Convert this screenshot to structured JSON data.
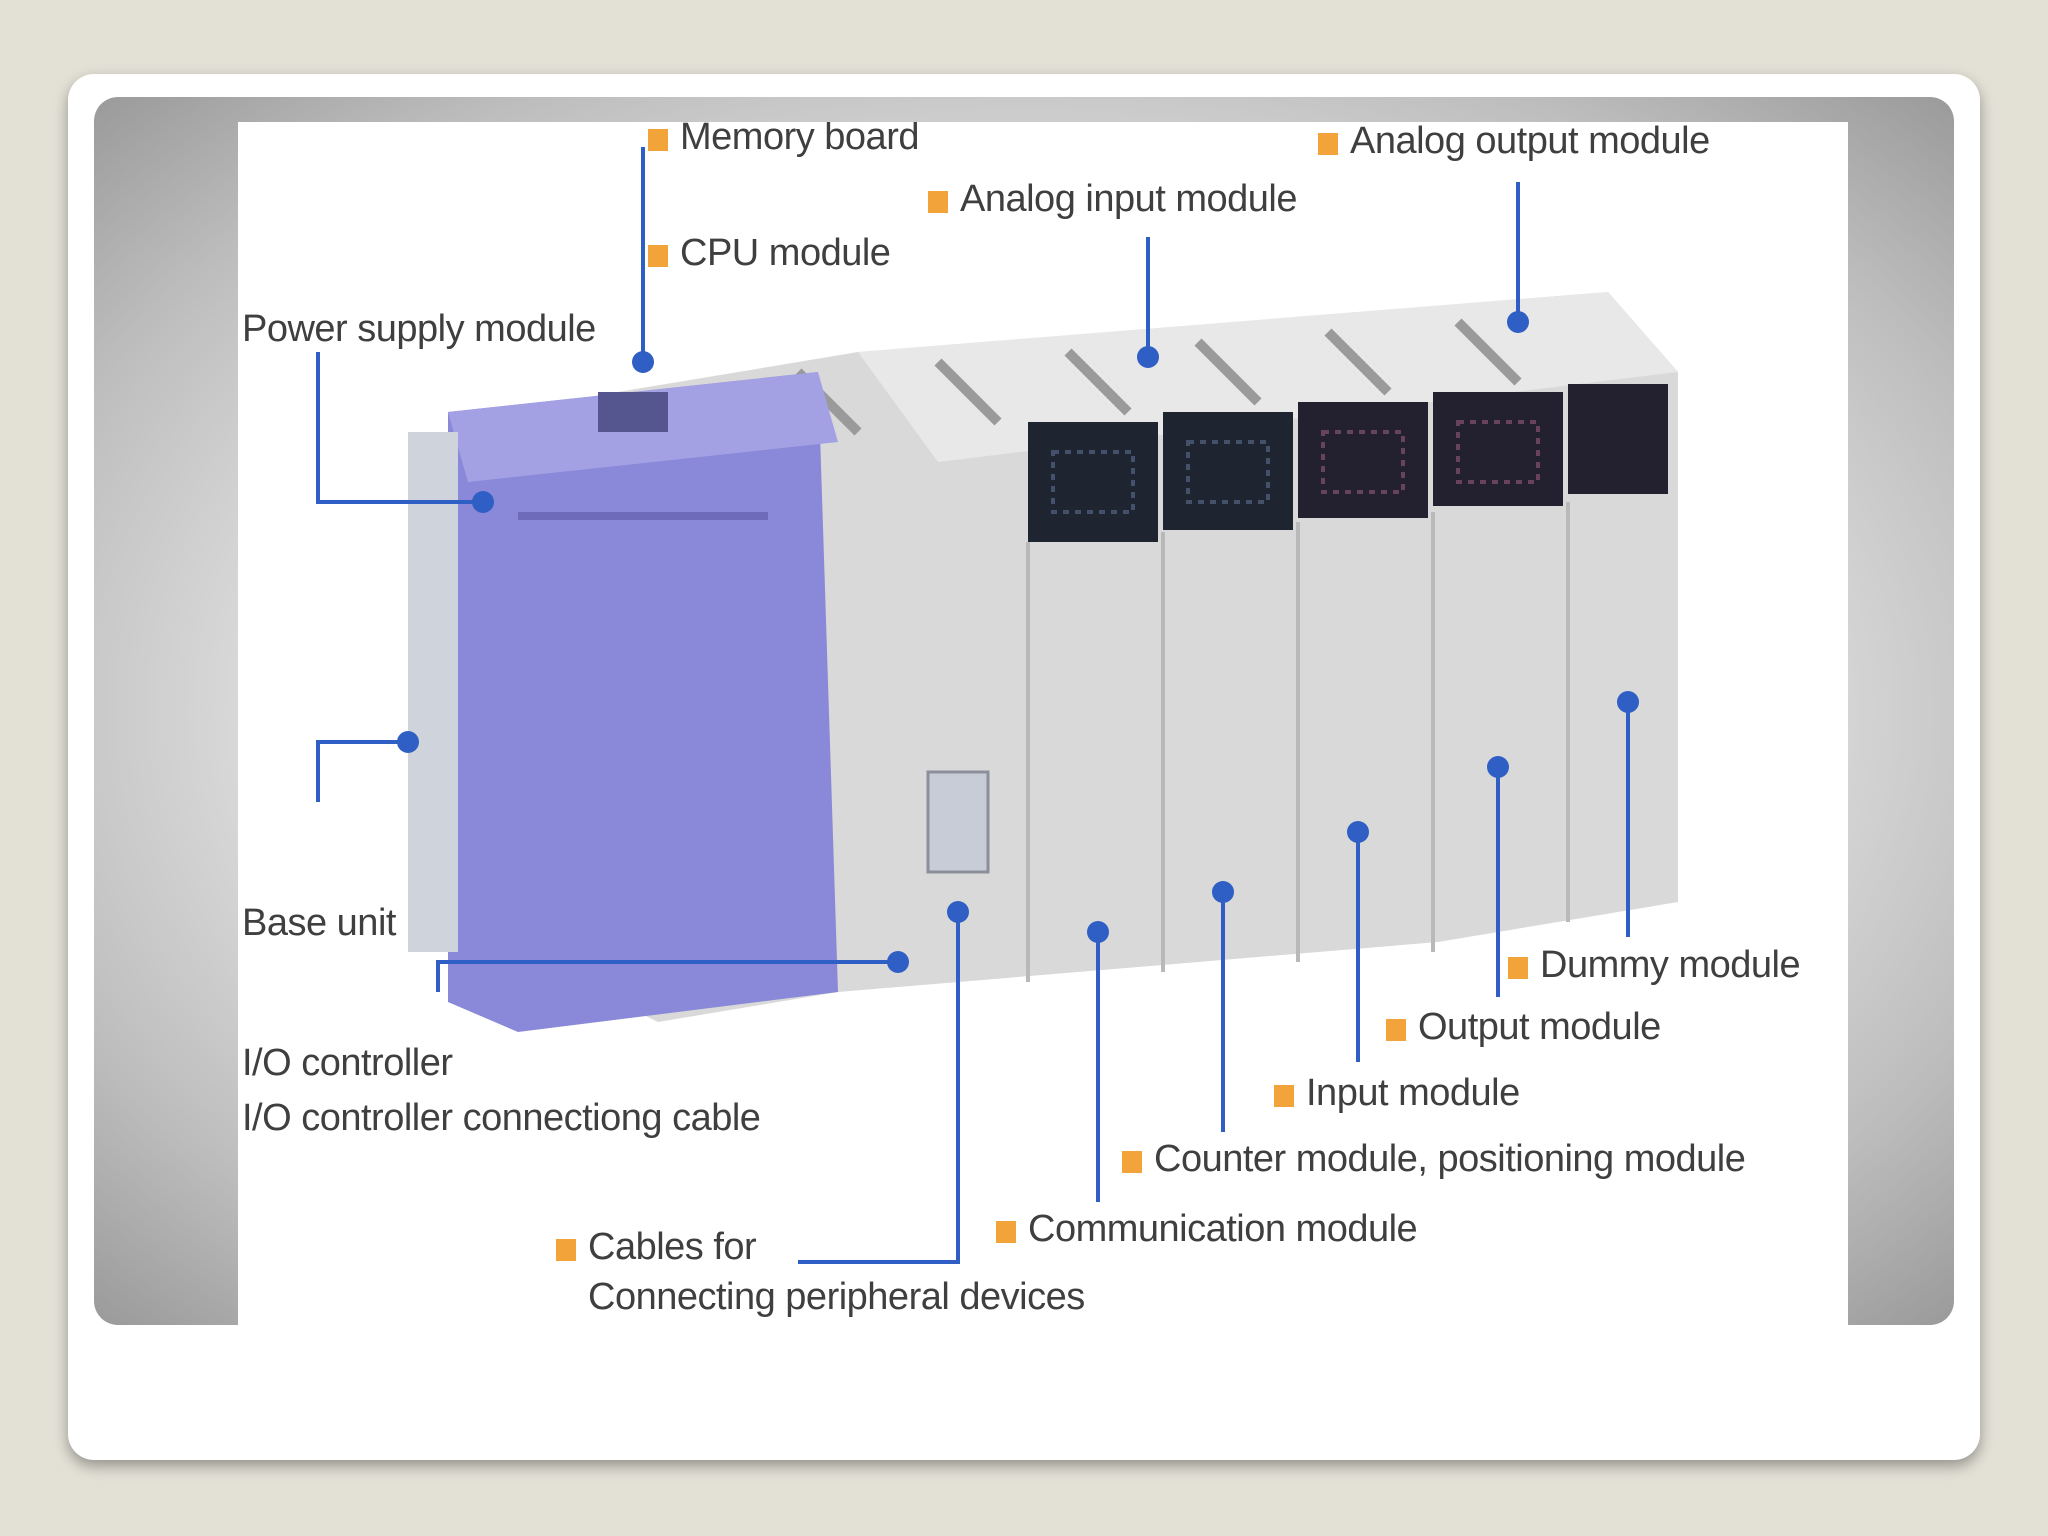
{
  "colors": {
    "background": "#e3e1d6",
    "label_marker": "#f2a33a",
    "leader_line": "#2f5fc4",
    "power_module": "#8a88d8",
    "chassis": "#dcdcdc",
    "module_face": "#1e2530"
  },
  "diagram": {
    "labels": {
      "memory_board": "Memory board",
      "analog_output_module": "Analog output module",
      "analog_input_module": "Analog input module",
      "cpu_module": "CPU module",
      "power_supply_module": "Power supply module",
      "base_unit": "Base unit",
      "io_controller": "I/O controller",
      "io_controller_cable": "I/O controller connectiong cable",
      "dummy_module": "Dummy   module",
      "output_module": "Output module",
      "input_module": "Input module",
      "counter_module": "Counter  module, positioning module",
      "communication_module": "Communication module",
      "cables_for": "Cables for",
      "connecting_peripheral": "Connecting peripheral devices"
    }
  }
}
